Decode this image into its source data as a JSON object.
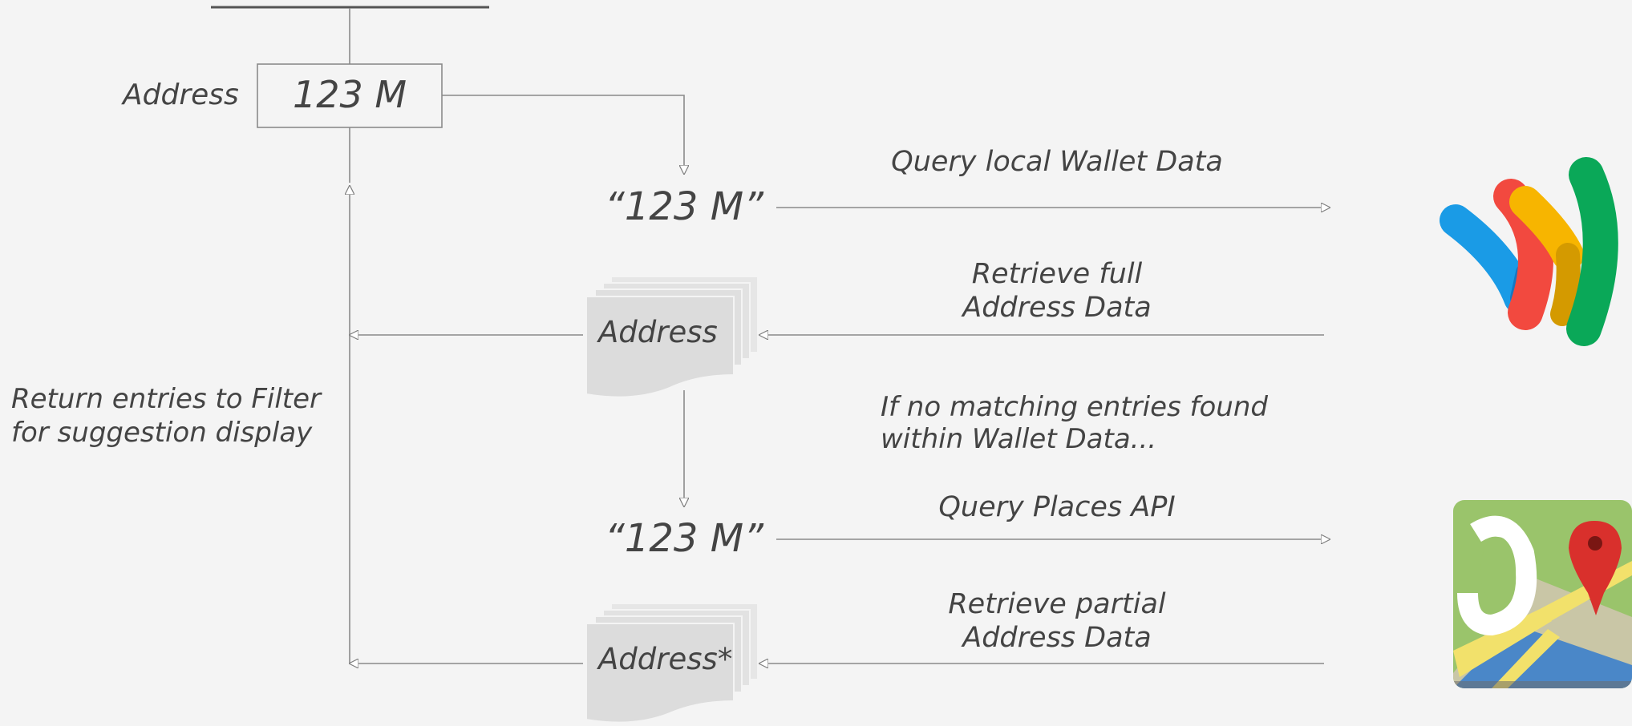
{
  "input": {
    "label": "Address",
    "value": "123 M"
  },
  "left_note": {
    "line1": "Return entries to Filter",
    "line2": "for suggestion display"
  },
  "wallet_flow": {
    "query_string": "“123 M”",
    "query_label": "Query local Wallet Data",
    "result_label_line1": "Retrieve full",
    "result_label_line2": "Address Data",
    "result_doc": "Address"
  },
  "fallback_note": {
    "line1": "If no matching entries found",
    "line2": "within Wallet Data..."
  },
  "places_flow": {
    "query_string": "“123 M”",
    "query_label": "Query Places API",
    "result_label_line1": "Retrieve partial",
    "result_label_line2": "Address Data",
    "result_doc": "Address*"
  },
  "icons": {
    "wallet": "google-wallet-logo-icon",
    "maps": "google-maps-logo-icon"
  },
  "colors": {
    "background": "#f4f4f4",
    "line": "#8a8a8a",
    "text": "#444444",
    "doc_fill": "#dcdcdc",
    "wallet_blue": "#1a9be6",
    "wallet_red": "#f2493f",
    "wallet_yellow": "#f7b500",
    "wallet_green": "#0aa858",
    "maps_green": "#9ac46b",
    "maps_pin": "#d9302c"
  }
}
